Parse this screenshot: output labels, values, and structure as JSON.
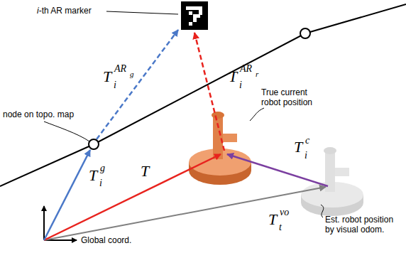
{
  "diagram": {
    "labels": [
      "i-th AR marker",
      "node on topo. map",
      "True current robot position",
      "Est. robot position by visual odom.",
      "Global coord.",
      "T",
      "AR",
      "g",
      "i",
      "T",
      "AR",
      "r",
      "i",
      "T",
      "c",
      "i",
      "T",
      "g",
      "i",
      "T",
      "T",
      "vo",
      "t"
    ]
  }
}
